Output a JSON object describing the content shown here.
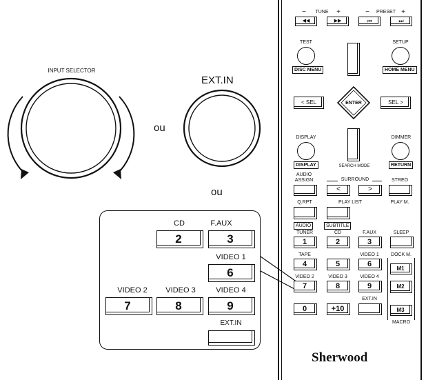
{
  "left": {
    "input_selector_label": "INPUT SELECTOR",
    "ou_1": "ou",
    "ext_in_label": "EXT.IN",
    "ou_2": "ou"
  },
  "panel": {
    "cd_label": "CD",
    "cd_num": "2",
    "faux_label": "F.AUX",
    "faux_num": "3",
    "video1_label": "VIDEO 1",
    "video1_num": "6",
    "video2_label": "VIDEO 2",
    "video2_num": "7",
    "video3_label": "VIDEO 3",
    "video3_num": "8",
    "video4_label": "VIDEO 4",
    "video4_num": "9",
    "extin_label": "EXT.IN"
  },
  "remote": {
    "tune_label": "TUNE",
    "preset_label": "PRESET",
    "minus": "−",
    "plus": "+",
    "rew": "◀◀",
    "ff": "▶▶",
    "prev": "⏮",
    "next": "⏭",
    "test_label": "TEST",
    "disc_menu": "DISC MENU",
    "setup_label": "SETUP",
    "home_menu": "HOME MENU",
    "sel_left": "< SEL",
    "enter": "ENTER",
    "sel_right": "SEL >",
    "display_label": "DISPLAY",
    "display_tag": "DISPLAY",
    "search_mode": "SEARCH MODE",
    "dimmer_label": "DIMMER",
    "return_tag": "RETURN",
    "audio_assign": "AUDIO ASSIGN",
    "surround": "SURROUND",
    "surr_left": "<",
    "surr_right": ">",
    "streo": "STREO",
    "q_rpt": "Q.RPT",
    "play_list": "PLAY LIST",
    "play_m": "PLAY M.",
    "audio_tag": "AUDIO",
    "subtitle_tag": "SUBTITLE",
    "tuner": "TUNER",
    "tuner_num": "1",
    "cd": "CD",
    "cd_num": "2",
    "faux": "F.AUX",
    "faux_num": "3",
    "sleep": "SLEEP",
    "tape": "TAPE",
    "tape_num": "4",
    "num5": "5",
    "video1": "VIDEO 1",
    "video1_num": "6",
    "dock_m": "DOCK M.",
    "m1": "M1",
    "video2": "VIDEO 2",
    "video2_num": "7",
    "video3": "VIDEO 3",
    "video3_num": "8",
    "video4": "VIDEO 4",
    "video4_num": "9",
    "m2": "M2",
    "num0": "0",
    "plus10": "+10",
    "extin": "EXT.IN",
    "m3": "M3",
    "macro": "MACRO",
    "brand": "Sherwood"
  }
}
